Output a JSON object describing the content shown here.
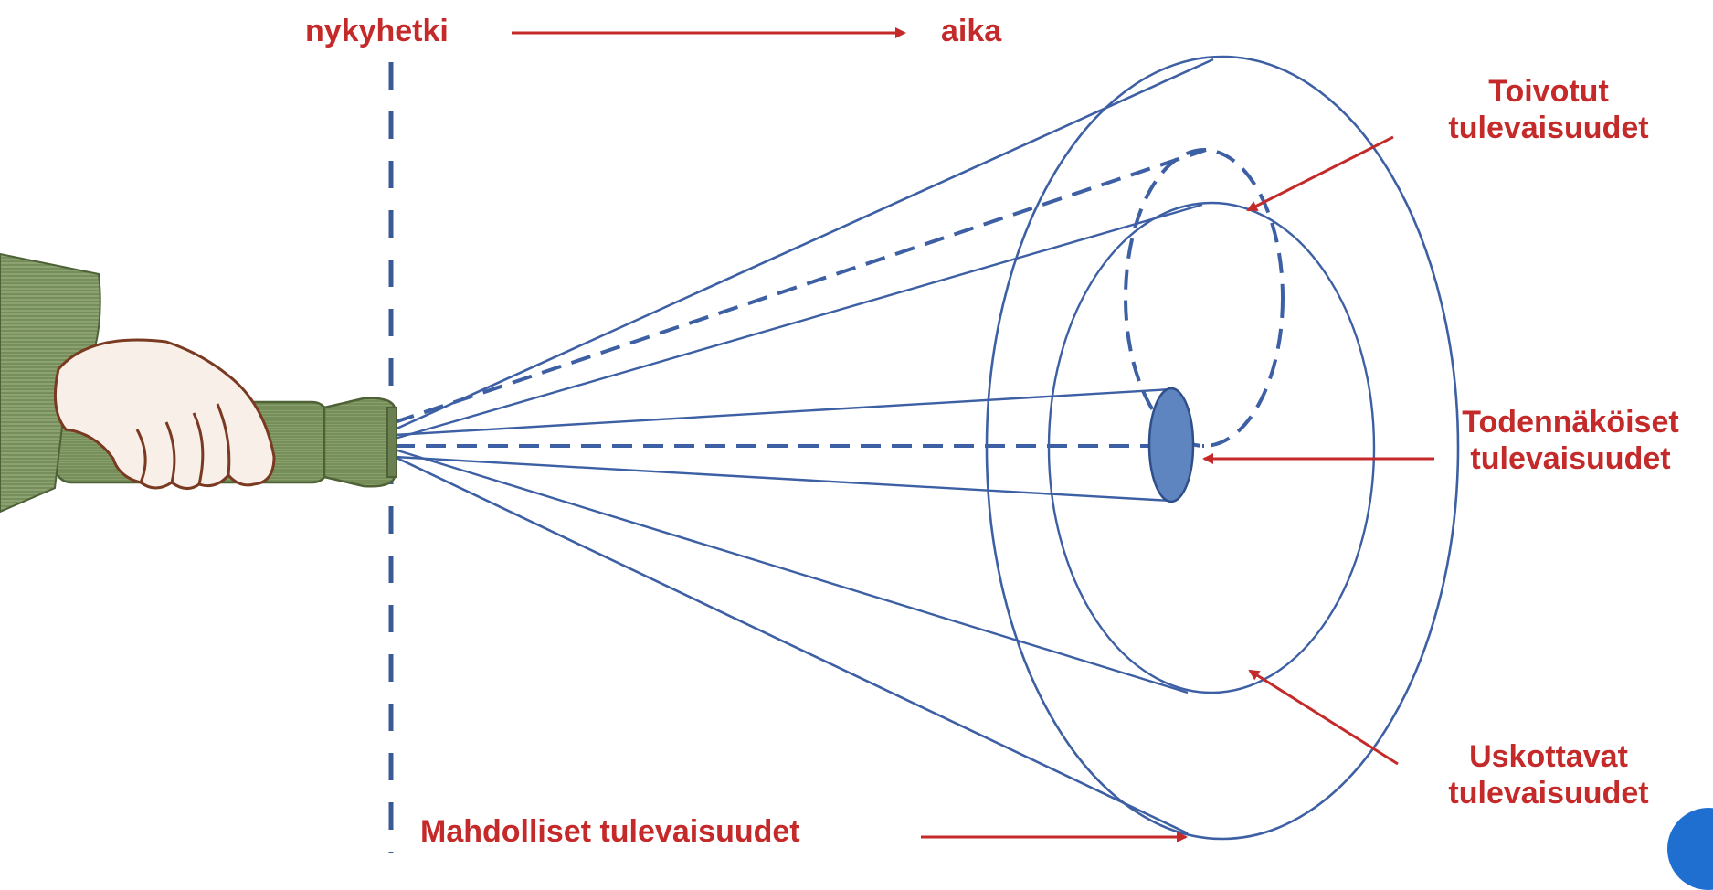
{
  "labels": {
    "now": "nykyhetki",
    "time": "aika",
    "preferred_line1": "Toivotut",
    "preferred_line2": "tulevaisuudet",
    "probable_line1": "Todennäköiset",
    "probable_line2": "tulevaisuudet",
    "plausible_line1": "Uskottavat",
    "plausible_line2": "tulevaisuudet",
    "possible": "Mahdolliset tulevaisuudet"
  },
  "colors": {
    "label_red": "#c42a2a",
    "cone_blue": "#3d5fa3",
    "sleeve_green": "#7f9663",
    "hand_skin": "#f7efe8",
    "hand_outline": "#7a3a22",
    "probable_fill": "#5f85c0"
  },
  "icons": {
    "flashlight": "flashlight-icon",
    "hand": "hand-icon"
  }
}
